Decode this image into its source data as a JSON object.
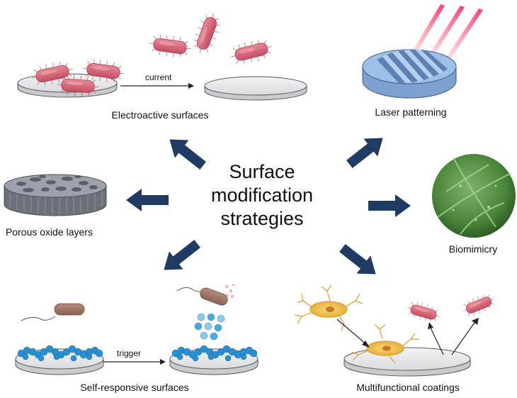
{
  "title": {
    "line1": "Surface",
    "line2": "modification",
    "line3": "strategies"
  },
  "strategies": [
    {
      "label": "Electroactive surfaces"
    },
    {
      "label": "Laser patterning"
    },
    {
      "label": "Porous oxide layers"
    },
    {
      "label": "Biomimicry"
    },
    {
      "label": "Self-responsive surfaces"
    },
    {
      "label": "Multifunctional coatings"
    }
  ],
  "annotations": {
    "current": "current",
    "trigger": "trigger"
  },
  "colors": {
    "arrow": "#1f3b64",
    "bacteria": "#d9687a",
    "disc": "#e6e7e9",
    "laser_disc": "#8fb2dc",
    "laser_beam": "#e8324f",
    "porous": "#7d828b",
    "leaf": "#4f8a3c",
    "polymer": "#2a8fd1",
    "cell": "#f2c04a"
  }
}
